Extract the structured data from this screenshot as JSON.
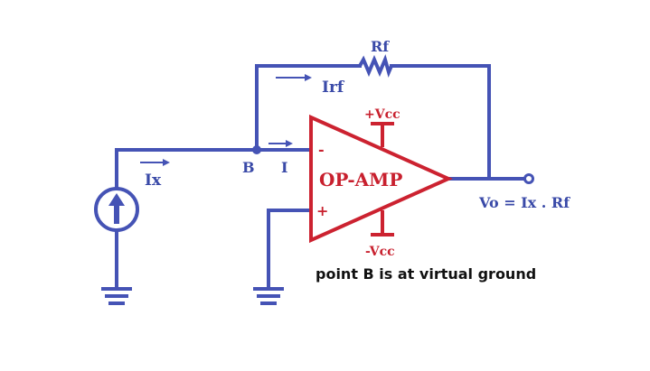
{
  "colors": {
    "wire": "#4553b5",
    "opamp": "#cc2230",
    "label_blue": "#3a4aa8",
    "label_red": "#c8202e",
    "caption": "#111111",
    "background": "#ffffff"
  },
  "labels": {
    "resistor": "Rf",
    "feedback_current": "Irf",
    "input_current": "Ix",
    "node": "B",
    "opamp_input_current": "I",
    "opamp": "OP-AMP",
    "pos_supply": "+Vcc",
    "neg_supply": "-Vcc",
    "inverting": "-",
    "non_inverting": "+",
    "output_equation": "Vo = Ix . Rf",
    "caption": "point B is at virtual ground"
  },
  "icons": {
    "current_source": "current-source-icon",
    "ground": "ground-icon",
    "resistor": "resistor-icon",
    "arrow": "right-arrow-icon"
  }
}
